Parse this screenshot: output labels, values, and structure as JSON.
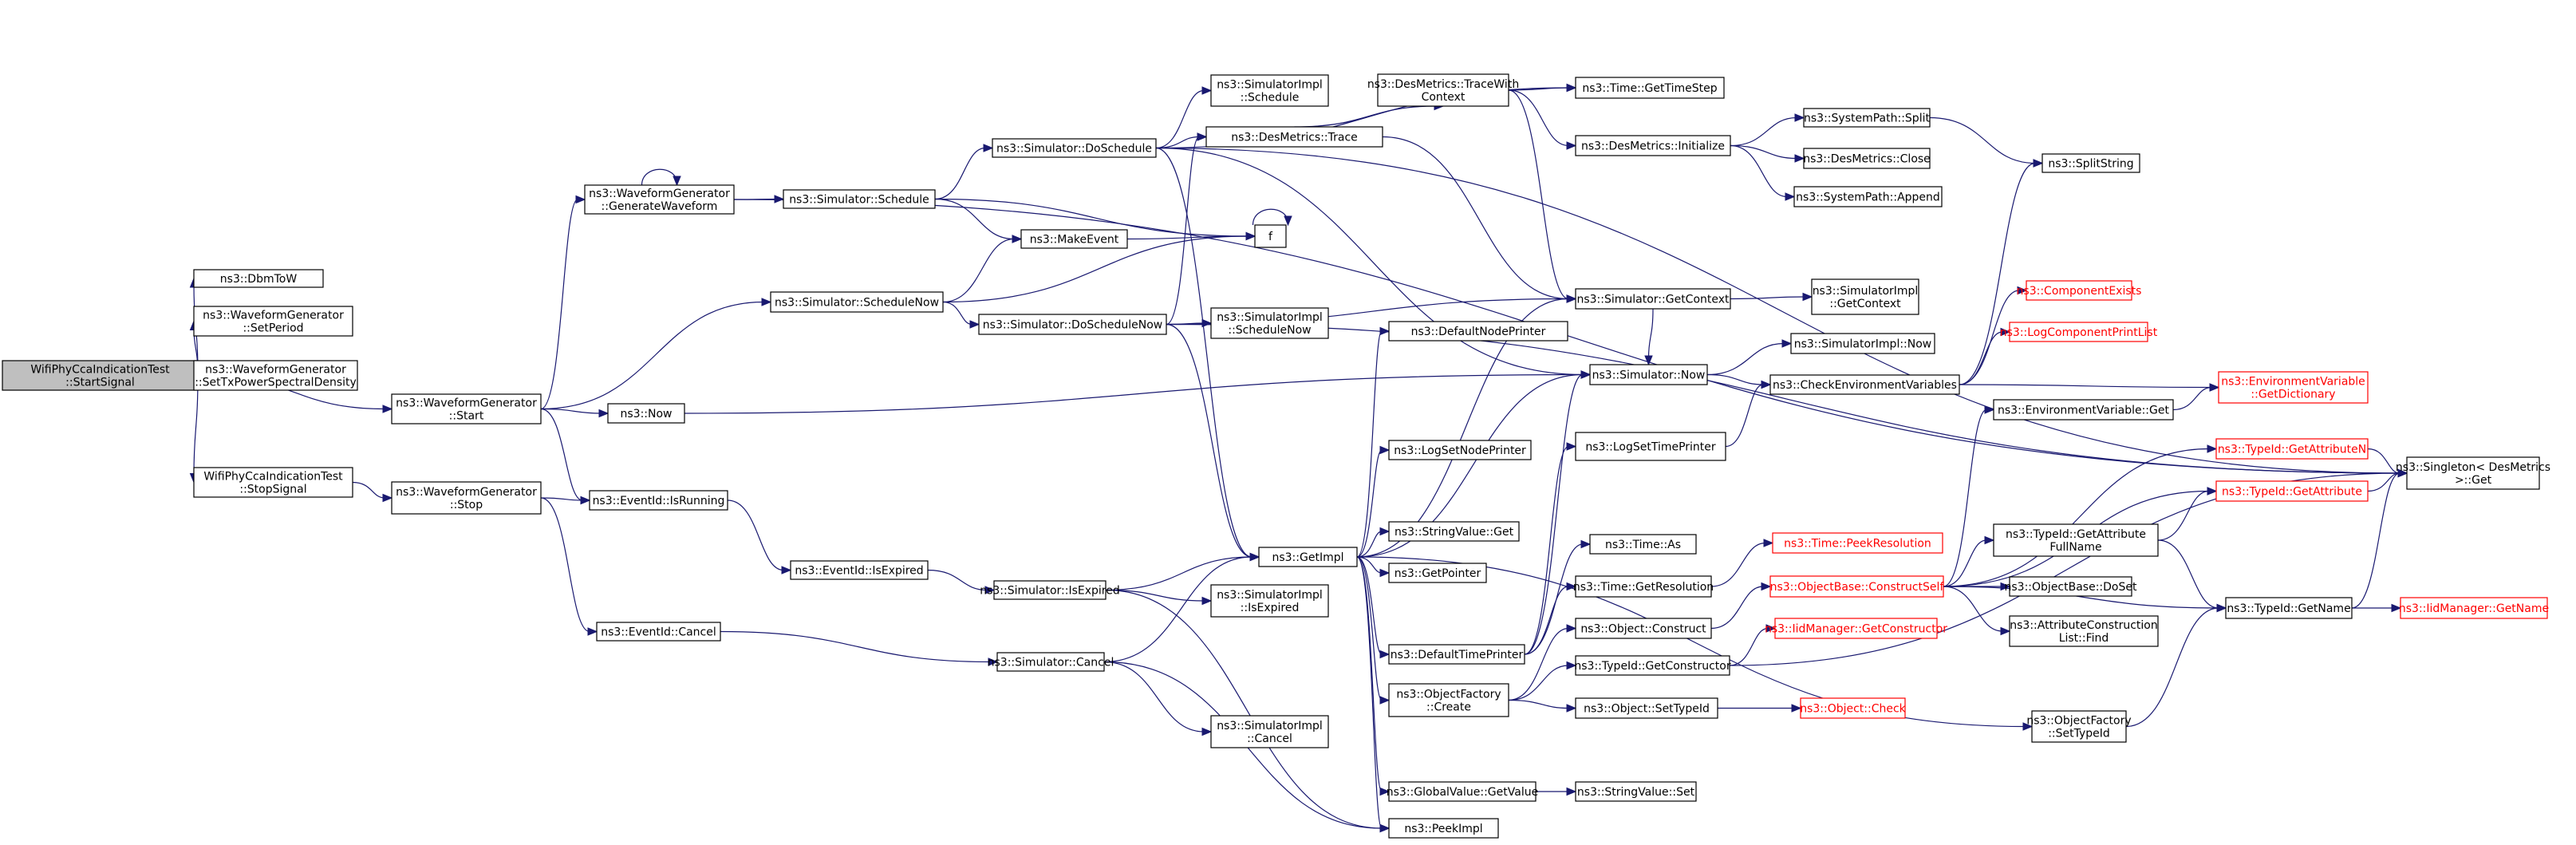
{
  "colors": {
    "edge": "#191970",
    "root_fill": "#bfbfbf",
    "highlight_text": "#ff0000",
    "node_border": "#000000"
  },
  "nodes": {
    "n1": {
      "lines": [
        "WifiPhyCcaIndicationTest",
        "::StartSignal"
      ],
      "root": true
    },
    "n2": {
      "lines": [
        "ns3::DbmToW"
      ]
    },
    "n3": {
      "lines": [
        "ns3::WaveformGenerator",
        "::SetPeriod"
      ]
    },
    "n4": {
      "lines": [
        "ns3::WaveformGenerator",
        "::SetTxPowerSpectralDensity"
      ]
    },
    "n5": {
      "lines": [
        "ns3::WaveformGenerator",
        "::Start"
      ]
    },
    "n6": {
      "lines": [
        "WifiPhyCcaIndicationTest",
        "::StopSignal"
      ]
    },
    "n7": {
      "lines": [
        "ns3::WaveformGenerator",
        "::GenerateWaveform"
      ]
    },
    "n8": {
      "lines": [
        "ns3::Simulator::Schedule"
      ]
    },
    "n9": {
      "lines": [
        "ns3::Simulator::DoSchedule"
      ]
    },
    "n10": {
      "lines": [
        "ns3::SimulatorImpl",
        "::Schedule"
      ]
    },
    "n11": {
      "lines": [
        "ns3::DesMetrics::Trace"
      ]
    },
    "n12": {
      "lines": [
        "ns3::DesMetrics::TraceWith",
        "Context"
      ]
    },
    "n13": {
      "lines": [
        "ns3::Time::GetTimeStep"
      ]
    },
    "n14": {
      "lines": [
        "ns3::DesMetrics::Initialize"
      ]
    },
    "n15": {
      "lines": [
        "ns3::SystemPath::Split"
      ]
    },
    "n16": {
      "lines": [
        "ns3::DesMetrics::Close"
      ]
    },
    "n17": {
      "lines": [
        "ns3::SystemPath::Append"
      ]
    },
    "n18": {
      "lines": [
        "ns3::SplitString"
      ]
    },
    "n19": {
      "lines": [
        "ns3::MakeEvent"
      ]
    },
    "n20": {
      "lines": [
        "f"
      ]
    },
    "n21": {
      "lines": [
        "ns3::Simulator::ScheduleNow"
      ]
    },
    "n22": {
      "lines": [
        "ns3::Simulator::DoScheduleNow"
      ]
    },
    "n23": {
      "lines": [
        "ns3::SimulatorImpl",
        "::ScheduleNow"
      ]
    },
    "n24": {
      "lines": [
        "ns3::Simulator::GetContext"
      ]
    },
    "n25": {
      "lines": [
        "ns3::SimulatorImpl",
        "::GetContext"
      ]
    },
    "n26": {
      "lines": [
        "ns3::DefaultNodePrinter"
      ]
    },
    "n27": {
      "lines": [
        "ns3::Simulator::Now"
      ]
    },
    "n28": {
      "lines": [
        "ns3::SimulatorImpl::Now"
      ]
    },
    "n29": {
      "lines": [
        "ns3::CheckEnvironmentVariables"
      ]
    },
    "n30": {
      "lines": [
        "ns3::ComponentExists"
      ],
      "red": true
    },
    "n31": {
      "lines": [
        "ns3::LogComponentPrintList"
      ],
      "red": true
    },
    "n32": {
      "lines": [
        "ns3::EnvironmentVariable",
        "::GetDictionary"
      ],
      "red": true
    },
    "n33": {
      "lines": [
        "ns3::Now"
      ]
    },
    "n34": {
      "lines": [
        "ns3::EventId::IsRunning"
      ]
    },
    "n35": {
      "lines": [
        "ns3::WaveformGenerator",
        "::Stop"
      ]
    },
    "n36": {
      "lines": [
        "ns3::EventId::IsExpired"
      ]
    },
    "n37": {
      "lines": [
        "ns3::Simulator::IsExpired"
      ]
    },
    "n38": {
      "lines": [
        "ns3::GetImpl"
      ]
    },
    "n39": {
      "lines": [
        "ns3::LogSetNodePrinter"
      ]
    },
    "n40": {
      "lines": [
        "ns3::StringValue::Get"
      ]
    },
    "n41": {
      "lines": [
        "ns3::GetPointer"
      ]
    },
    "n42": {
      "lines": [
        "ns3::SimulatorImpl",
        "::IsExpired"
      ]
    },
    "n43": {
      "lines": [
        "ns3::EventId::Cancel"
      ]
    },
    "n44": {
      "lines": [
        "ns3::Simulator::Cancel"
      ]
    },
    "n45": {
      "lines": [
        "ns3::SimulatorImpl",
        "::Cancel"
      ]
    },
    "n46": {
      "lines": [
        "ns3::DefaultTimePrinter"
      ]
    },
    "n47": {
      "lines": [
        "ns3::ObjectFactory",
        "::Create"
      ]
    },
    "n48": {
      "lines": [
        "ns3::GlobalValue::GetValue"
      ]
    },
    "n49": {
      "lines": [
        "ns3::PeekImpl"
      ]
    },
    "n50": {
      "lines": [
        "ns3::StringValue::Set"
      ]
    },
    "n51": {
      "lines": [
        "ns3::LogSetTimePrinter"
      ]
    },
    "n52": {
      "lines": [
        "ns3::Time::As"
      ]
    },
    "n53": {
      "lines": [
        "ns3::Time::GetResolution"
      ]
    },
    "n54": {
      "lines": [
        "ns3::Time::PeekResolution"
      ],
      "red": true
    },
    "n55": {
      "lines": [
        "ns3::Object::Construct"
      ]
    },
    "n56": {
      "lines": [
        "ns3::ObjectBase::ConstructSelf"
      ],
      "red": true
    },
    "n57": {
      "lines": [
        "ns3::TypeId::GetConstructor"
      ]
    },
    "n58": {
      "lines": [
        "ns3::IidManager::GetConstructor"
      ],
      "red": true
    },
    "n59": {
      "lines": [
        "ns3::Object::SetTypeId"
      ]
    },
    "n60": {
      "lines": [
        "ns3::Object::Check"
      ],
      "red": true
    },
    "n61": {
      "lines": [
        "ns3::EnvironmentVariable::Get"
      ]
    },
    "n62": {
      "lines": [
        "ns3::TypeId::GetAttributeN"
      ],
      "red": true
    },
    "n63": {
      "lines": [
        "ns3::TypeId::GetAttribute"
      ],
      "red": true
    },
    "n64": {
      "lines": [
        "ns3::TypeId::GetAttribute",
        "FullName"
      ]
    },
    "n65": {
      "lines": [
        "ns3::ObjectBase::DoSet"
      ]
    },
    "n66": {
      "lines": [
        "ns3::AttributeConstruction",
        "List::Find"
      ]
    },
    "n67": {
      "lines": [
        "ns3::TypeId::GetName"
      ]
    },
    "n68": {
      "lines": [
        "ns3::IidManager::GetName"
      ],
      "red": true
    },
    "n69": {
      "lines": [
        "ns3::Singleton< DesMetrics",
        " >::Get"
      ]
    },
    "n70": {
      "lines": [
        "ns3::ObjectFactory",
        "::SetTypeId"
      ]
    }
  }
}
